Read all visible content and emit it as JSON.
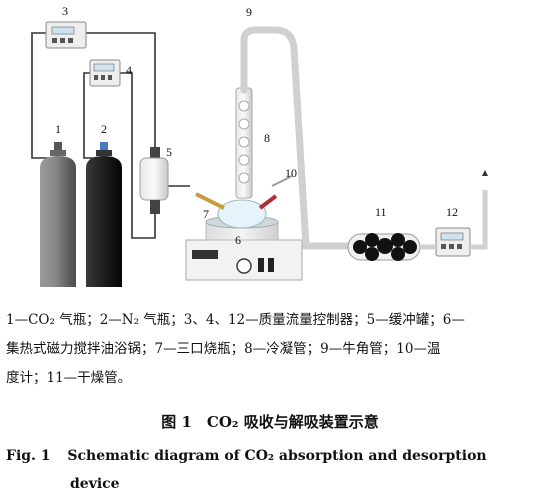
{
  "labels": {
    "n1": "1",
    "n2": "2",
    "n3": "3",
    "n4": "4",
    "n5": "5",
    "n6": "6",
    "n7": "7",
    "n8": "8",
    "n9": "9",
    "n10": "10",
    "n11": "11",
    "n12": "12"
  },
  "legend": {
    "line1": "1—CO₂ 气瓶；2—N₂ 气瓶；3、4、12—质量流量控制器；5—缓冲罐；6—",
    "line2": "集热式磁力搅拌油浴锅；7—三口烧瓶；8—冷凝管；9—牛角管；10—温",
    "line3": "度计；11—干燥管。"
  },
  "caption": {
    "cn": "图 1　CO₂ 吸收与解吸装置示意",
    "en_prefix": "Fig. 1",
    "en_line1": "Schematic diagram of CO₂ absorption and desorption",
    "en_line2": "device"
  },
  "colors": {
    "co2_cylinder": "#6f6f6f",
    "n2_cylinder": "#1a1a1a",
    "tube": "#333333",
    "glass_tube": "#d9d9d9",
    "oil_bath": "#e8e8e8"
  }
}
